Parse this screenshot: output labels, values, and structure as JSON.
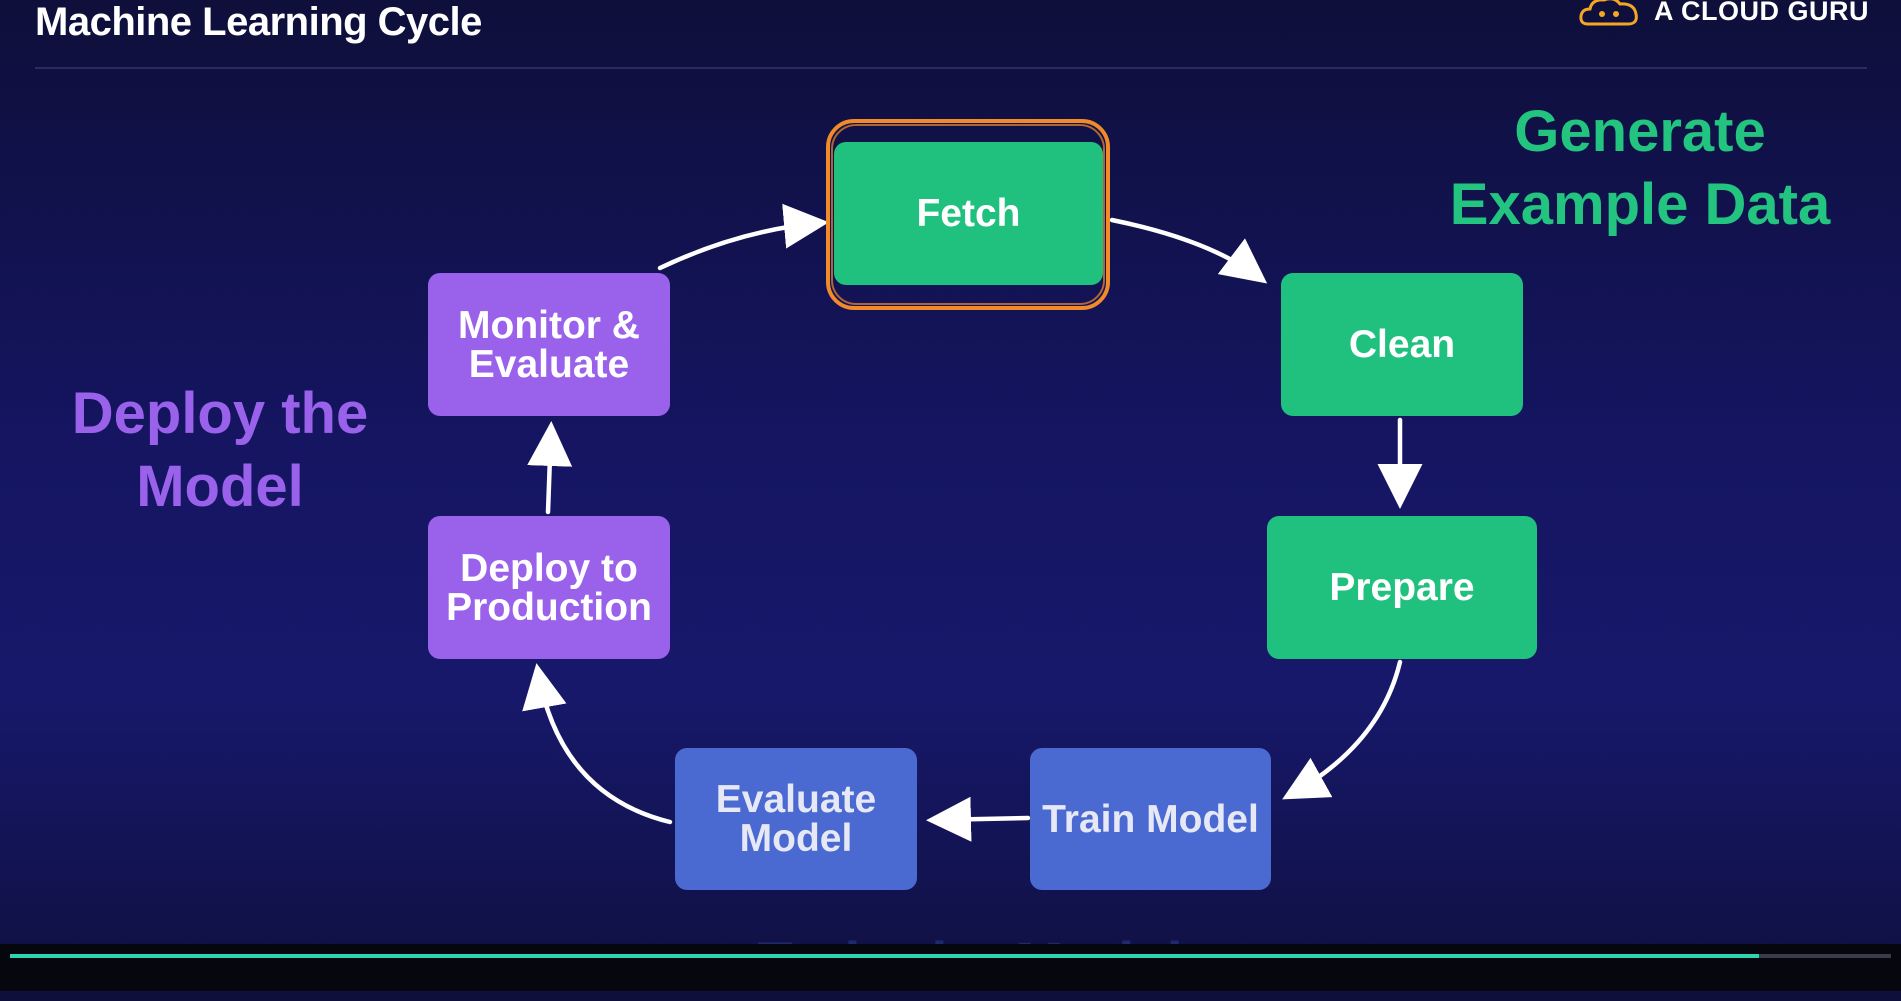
{
  "header": {
    "title": "Machine Learning Cycle",
    "brand": "A CLOUD GURU"
  },
  "colors": {
    "generate_stage": "#20c07f",
    "train_stage": "#4a6ad2",
    "deploy_stage": "#9a62ea",
    "highlight": "#f08a2a",
    "brand_accent": "#f5a623"
  },
  "nodes": {
    "fetch": "Fetch",
    "clean": "Clean",
    "prepare": "Prepare",
    "train": "Train Model",
    "evaluate": [
      "Evaluate",
      "Model"
    ],
    "deploy": [
      "Deploy to",
      "Production"
    ],
    "monitor": [
      "Monitor &",
      "Evaluate"
    ]
  },
  "labels": {
    "generate": [
      "Generate",
      "Example Data"
    ],
    "deploy": [
      "Deploy the",
      "Model"
    ],
    "train": "Train the Model"
  },
  "player": {
    "progress": 0.93
  }
}
